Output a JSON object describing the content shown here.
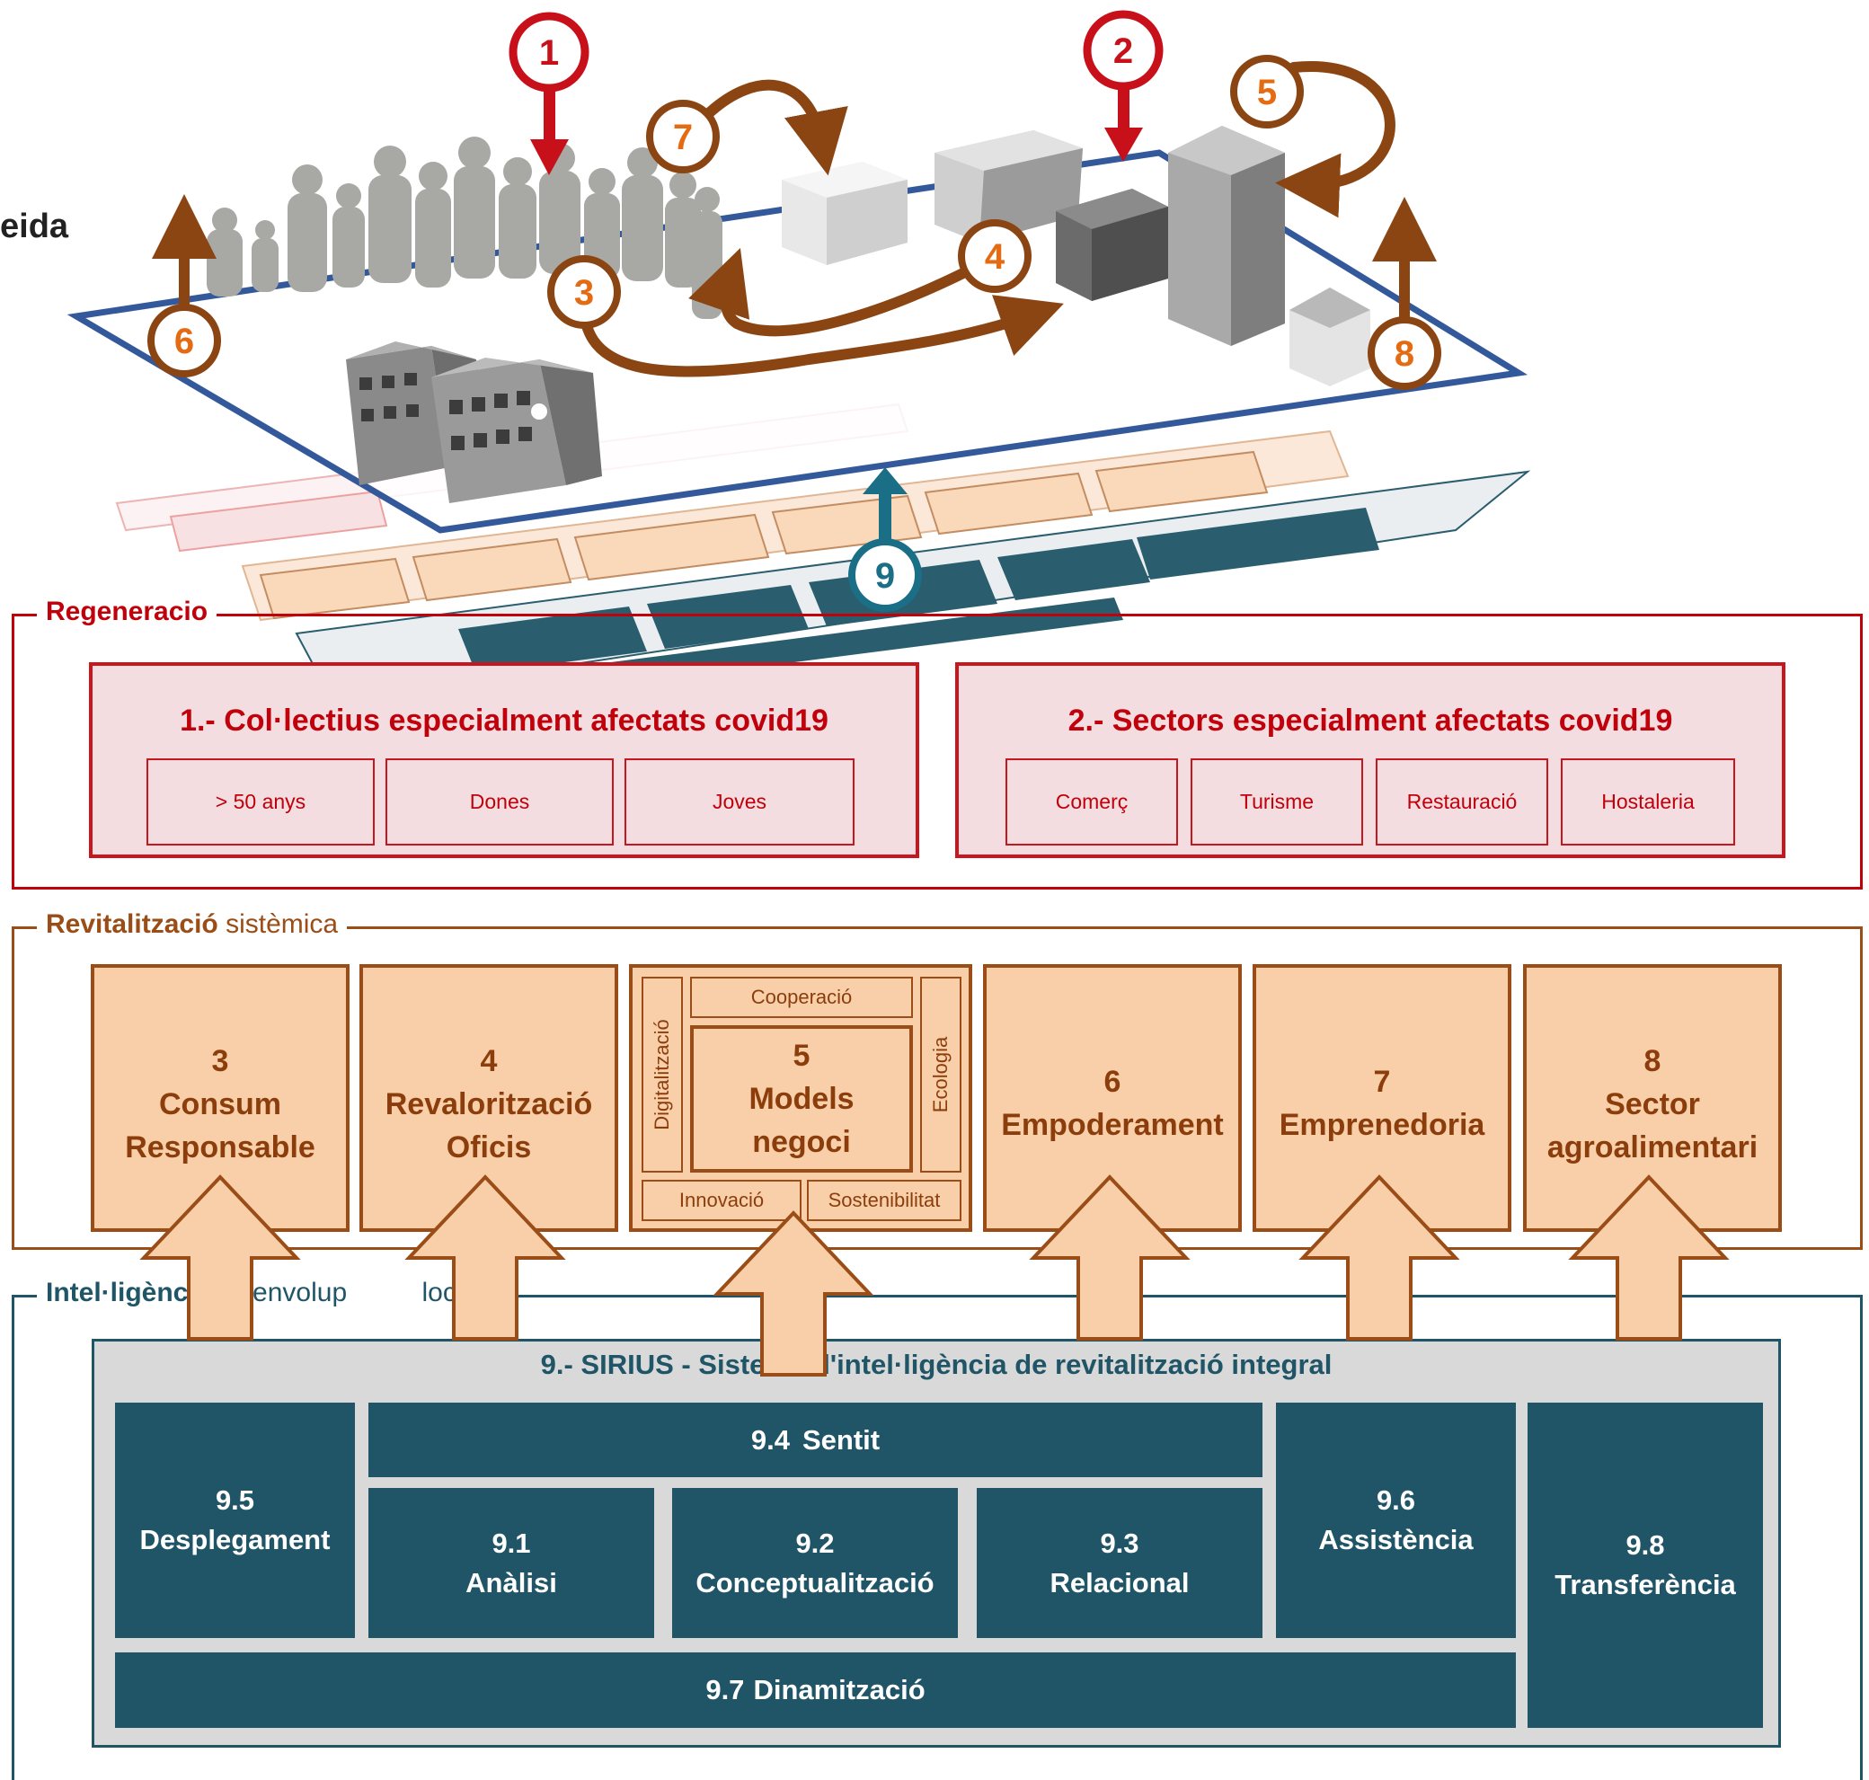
{
  "illustration": {
    "cut_title": "eida",
    "badges": [
      {
        "num": "1",
        "style": "red"
      },
      {
        "num": "2",
        "style": "red"
      },
      {
        "num": "3",
        "style": "orange"
      },
      {
        "num": "4",
        "style": "orange"
      },
      {
        "num": "5",
        "style": "orange"
      },
      {
        "num": "6",
        "style": "orange"
      },
      {
        "num": "7",
        "style": "orange"
      },
      {
        "num": "8",
        "style": "orange"
      },
      {
        "num": "9",
        "style": "teal"
      }
    ],
    "colors": {
      "red": "#c8101a",
      "orange": "#e56b12",
      "brown": "#8b4513",
      "teal": "#1a6f86",
      "plane": "#33599b"
    }
  },
  "regeneracio": {
    "title": "Regeneracio",
    "group1": {
      "title": "1.- Col·lectius especialment afectats covid19",
      "items": [
        "> 50 anys",
        "Dones",
        "Joves"
      ]
    },
    "group2": {
      "title": "2.- Sectors especialment afectats covid19",
      "items": [
        "Comerç",
        "Turisme",
        "Restauració",
        "Hostaleria"
      ]
    }
  },
  "revitalitzacio": {
    "title_bold": "Revitalització",
    "title_rest": " sistèmica",
    "boxes": [
      {
        "num": "3",
        "line1": "Consum",
        "line2": "Responsable"
      },
      {
        "num": "4",
        "line1": "Revalorització",
        "line2": "Oficis"
      },
      {
        "num": "5",
        "line1": "Models",
        "line2": "negoci"
      },
      {
        "num": "6",
        "line1": "Empoderament",
        "line2": ""
      },
      {
        "num": "7",
        "line1": "Emprenedoria",
        "line2": ""
      },
      {
        "num": "8",
        "line1": "Sector",
        "line2": "agroalimentari"
      }
    ],
    "models_sub": {
      "top": "Cooperació",
      "left": "Digitalització",
      "right": "Ecologia",
      "bottom_left": "Innovació",
      "bottom_right": "Sostenibilitat"
    }
  },
  "intelligencia": {
    "title_bold": "Intel·ligènc",
    "title_rest": "(Desenvolup          local)",
    "sirius_title": "9.- SIRIUS - Sistema d'intel·ligència de revitalització integral",
    "cells": {
      "c95": {
        "num": "9.5",
        "label": "Desplegament"
      },
      "c94": {
        "num": "9.4",
        "label": "Sentit"
      },
      "c91": {
        "num": "9.1",
        "label": "Anàlisi"
      },
      "c92": {
        "num": "9.2",
        "label": "Conceptualització"
      },
      "c93": {
        "num": "9.3",
        "label": "Relacional"
      },
      "c96": {
        "num": "9.6",
        "label": "Assistència"
      },
      "c98": {
        "num": "9.8",
        "label": "Transferència"
      },
      "c97": {
        "num": "9.7",
        "label": "Dinamització"
      }
    }
  }
}
